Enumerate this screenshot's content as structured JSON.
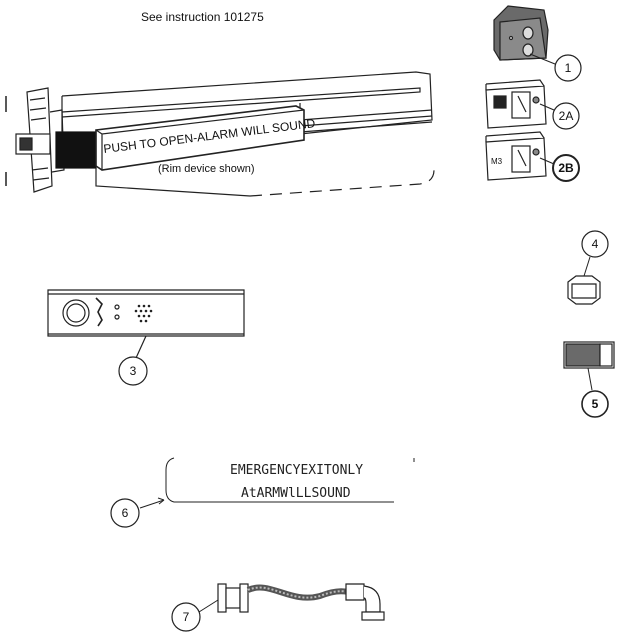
{
  "header": {
    "instruction_note": "See instruction 101275"
  },
  "exit_device": {
    "label": "PUSH TO OPEN-ALARM WILL SOUND",
    "caption": "(Rim device shown)"
  },
  "sign": {
    "line1": "EMERGENCYEXITONLY",
    "line2": "AtARMWlLLSOUND"
  },
  "callouts": {
    "c1": "1",
    "c2a": "2A",
    "c2b": "2B",
    "c3": "3",
    "c4": "4",
    "c5": "5",
    "c6": "6",
    "c7": "7"
  }
}
